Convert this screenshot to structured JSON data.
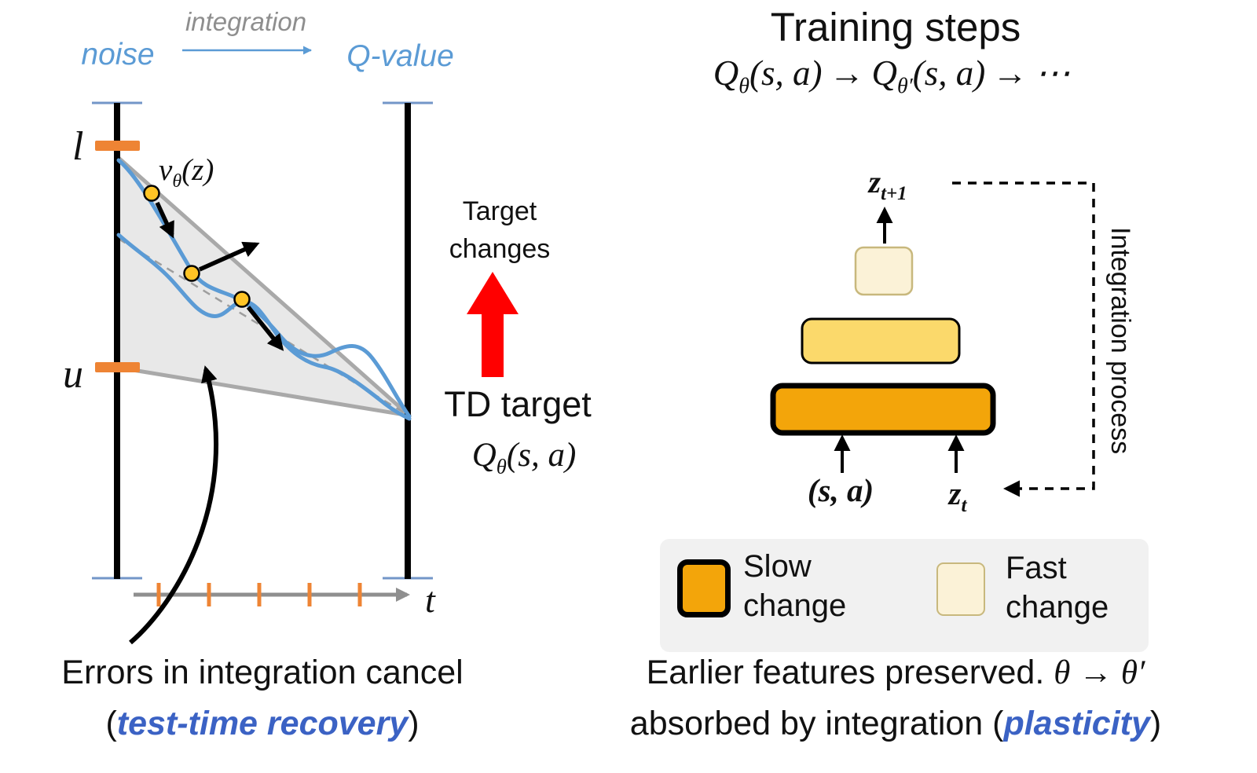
{
  "left_panel": {
    "integration_label": "integration",
    "noise_label": "noise",
    "q_value_label": "Q-value",
    "upper_bound_label": "l",
    "lower_bound_label": "u",
    "value_fn": {
      "base": "v",
      "sub": "θ",
      "args": "(z)"
    },
    "target_changes_label": "Target\nchanges",
    "td_target_label": "TD target",
    "td_target_formula": {
      "base": "Q",
      "sub": "θ",
      "args": "(s, a)"
    },
    "time_axis_label": "t",
    "caption_line1": "Errors in integration cancel",
    "caption_line2": {
      "prefix": "(",
      "highlight": "test-time recovery",
      "suffix": ")"
    }
  },
  "right_panel": {
    "title": "Training steps",
    "formula": {
      "q1": "Q",
      "sub1": "θ",
      "args1": "(s, a)",
      "arrow1": "→",
      "q2": "Q",
      "sub2": "θ′",
      "args2": "(s, a)",
      "arrow2": "→",
      "ellipsis": "⋯"
    },
    "z_next": {
      "base": "z",
      "sub": "t+1"
    },
    "state_action": "(s, a)",
    "z_t": {
      "base": "z",
      "sub": "t"
    },
    "integration_process_label": "Integration process",
    "legend": {
      "slow_label": "Slow\nchange",
      "fast_label": "Fast\nchange"
    },
    "caption_line1": {
      "text": "Earlier features preserved. ",
      "math": "θ → θ′"
    },
    "caption_line2": {
      "prefix": "absorbed by integration (",
      "highlight": "plasticity",
      "suffix": ")"
    }
  },
  "colors": {
    "blue_label": "#5B9BD5",
    "gray_label": "#8E8E8E",
    "curve_blue": "#5B9BD5",
    "funnel_gray": "#A9A9A9",
    "funnel_fill": "#D9D9D9",
    "tick_orange": "#EE8434",
    "dot_yellow": "#FFC425",
    "target_arrow_red": "#FF0000",
    "box_slow_orange": "#F3A50A",
    "box_mid_yellow": "#FBD96B",
    "box_fast_cream": "#FBF2D7",
    "legend_bg": "#F1F1F1",
    "highlight_blue": "#3B62C4"
  }
}
